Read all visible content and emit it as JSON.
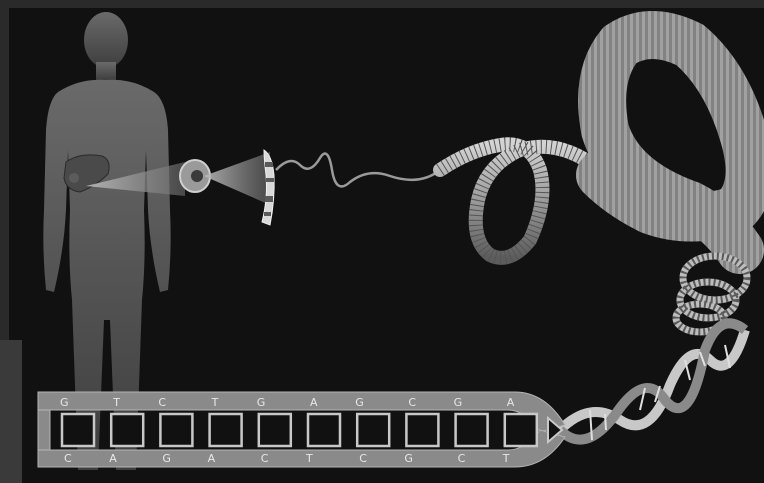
{
  "diagram": {
    "stages": [
      "human-body",
      "organ-liver",
      "cell",
      "chromosome",
      "chromatin-fiber",
      "coiled-chromatin",
      "dna-double-helix",
      "dna-ladder"
    ],
    "dna": {
      "top_strand": [
        "G",
        "T",
        "C",
        "T",
        "G",
        "A",
        "G",
        "C",
        "G",
        "A"
      ],
      "bottom_strand": [
        "C",
        "A",
        "G",
        "A",
        "C",
        "T",
        "C",
        "G",
        "C",
        "T"
      ]
    },
    "colors": {
      "background": "#111111",
      "frame": "#5a5a5a",
      "body": "#6e6e6e",
      "strand": "#8a8a8a"
    }
  }
}
